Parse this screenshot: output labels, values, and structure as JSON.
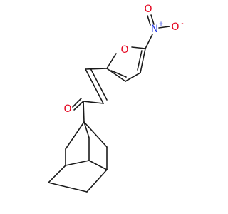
{
  "molecule": {
    "atoms": {
      "ketone_oxygen": "O",
      "furan_oxygen": "O",
      "nitro_nitrogen": "N",
      "nitro_oxygen_top": "O",
      "nitro_oxygen_right": "O"
    },
    "charges": {
      "nitrogen_plus": "+",
      "oxygen_minus": "-"
    },
    "colors": {
      "bond": "#1a1a1a",
      "carbon_label": "#1a1a1a",
      "oxygen": "#e4001b",
      "nitrogen": "#2033e0"
    }
  }
}
